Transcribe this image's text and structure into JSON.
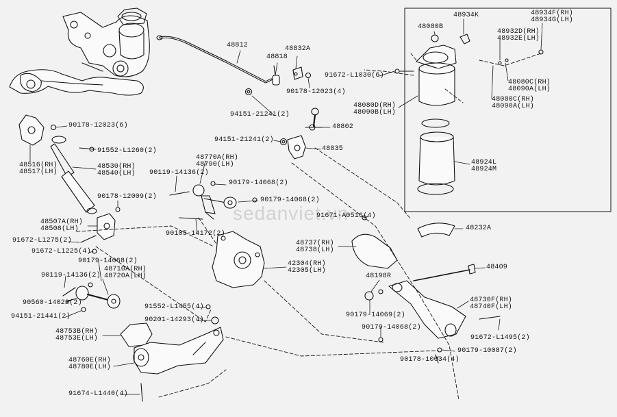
{
  "callouts": [
    {
      "id": "p48812",
      "text": "48812"
    },
    {
      "id": "p48832A",
      "text": "48832A"
    },
    {
      "id": "p48818",
      "text": "48818"
    },
    {
      "id": "p90178_12023_4",
      "text": "90178-12023(4)"
    },
    {
      "id": "p94151_21241_2a",
      "text": "94151-21241(2)"
    },
    {
      "id": "p48802",
      "text": "48802"
    },
    {
      "id": "p94151_21241_2b",
      "text": "94151-21241(2)"
    },
    {
      "id": "p48835",
      "text": "48835"
    },
    {
      "id": "p90178_12023_6",
      "text": "90178-12023(6)"
    },
    {
      "id": "p91552_L1260",
      "text": "91552-L1260(2)"
    },
    {
      "id": "p48516",
      "text": "48516(RH)\n48517(LH)"
    },
    {
      "id": "p48530",
      "text": "48530(RH)\n48540(LH)"
    },
    {
      "id": "p48770A",
      "text": "48770A(RH)\n48790(LH)"
    },
    {
      "id": "p90119_14136_2a",
      "text": "90119-14136(2)"
    },
    {
      "id": "p90179_14068_2a",
      "text": "90179-14068(2)"
    },
    {
      "id": "p90178_12009",
      "text": "90178-12009(2)"
    },
    {
      "id": "p90179_14068_2b",
      "text": "90179-14068(2)"
    },
    {
      "id": "p48507A",
      "text": "48507A(RH)\n48508(LH)"
    },
    {
      "id": "p90105_14172",
      "text": "90105-14172(2)"
    },
    {
      "id": "p91671_A0516",
      "text": "91671-A0516(4)"
    },
    {
      "id": "p91672_L1275",
      "text": "91672-L1275(2)"
    },
    {
      "id": "p91672_L1225",
      "text": "91672-L1225(4)"
    },
    {
      "id": "p48737",
      "text": "48737(RH)\n48738(LH)"
    },
    {
      "id": "p90179_14068_2c",
      "text": "90179-14068(2)"
    },
    {
      "id": "p42304",
      "text": "42304(RH)\n42305(LH)"
    },
    {
      "id": "p90119_14136_2b",
      "text": "90119-14136(2)"
    },
    {
      "id": "p48710A",
      "text": "48710A(RH)\n48720A(LH)"
    },
    {
      "id": "p90560_14028",
      "text": "90560-14028(2)"
    },
    {
      "id": "p91552_L1455",
      "text": "91552-L1455(4)"
    },
    {
      "id": "p94151_21441",
      "text": "94151-21441(2)"
    },
    {
      "id": "p90201_14293",
      "text": "90201-14293(4)"
    },
    {
      "id": "p48753B",
      "text": "48753B(RH)\n48753E(LH)"
    },
    {
      "id": "p48760E",
      "text": "48760E(RH)\n48780E(LH)"
    },
    {
      "id": "p91674_L1440",
      "text": "91674-L1440(4)"
    },
    {
      "id": "p48198R",
      "text": "48198R"
    },
    {
      "id": "p90179_14069",
      "text": "90179-14069(2)"
    },
    {
      "id": "p90179_14068_2d",
      "text": "90179-14068(2)"
    },
    {
      "id": "p90178_10034",
      "text": "90178-10034(4)"
    },
    {
      "id": "p90179_10087",
      "text": "90179-10087(2)"
    },
    {
      "id": "p91672_L1495",
      "text": "91672-L1495(2)"
    },
    {
      "id": "p48730F",
      "text": "48730F(RH)\n48740F(LH)"
    },
    {
      "id": "p48409",
      "text": "48409"
    },
    {
      "id": "p48232A",
      "text": "48232A"
    },
    {
      "id": "p48080B",
      "text": "48080B"
    },
    {
      "id": "p48934K",
      "text": "48934K"
    },
    {
      "id": "p48934F",
      "text": "48934F(RH)\n48934G(LH)"
    },
    {
      "id": "p48932D",
      "text": "48932D(RH)\n48932E(LH)"
    },
    {
      "id": "p91672_L1030",
      "text": "91672-L1030(6)"
    },
    {
      "id": "p48080C_a",
      "text": "48080C(RH)\n48090A(LH)"
    },
    {
      "id": "p48080C_b",
      "text": "48080C(RH)\n48090A(LH)"
    },
    {
      "id": "p48080D",
      "text": "48080D(RH)\n48090B(LH)"
    },
    {
      "id": "p48924L",
      "text": "48924L\n48924M"
    }
  ],
  "watermark": "sedanviet.vn",
  "colors": {
    "background": "#f2f2f2",
    "ink": "#111111",
    "watermark": "#8c8c8c"
  }
}
